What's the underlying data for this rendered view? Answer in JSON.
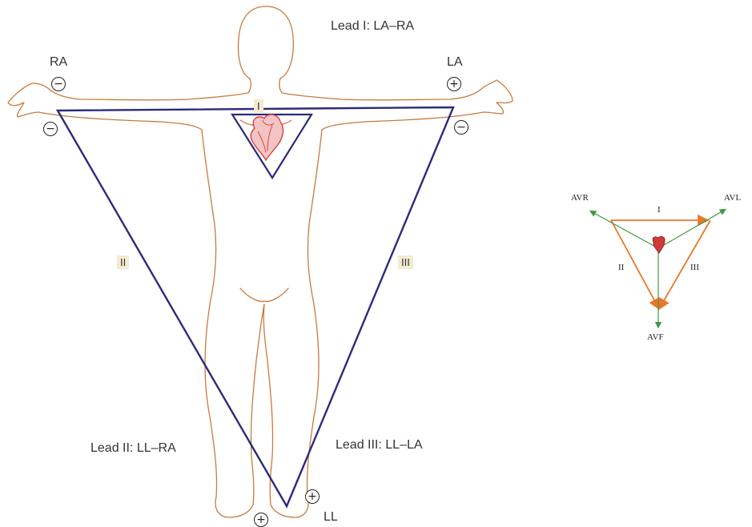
{
  "leads": {
    "lead1_caption": "Lead I: LA–RA",
    "lead2_caption": "Lead II: LL–RA",
    "lead3_caption": "Lead III: LL–LA",
    "lead1_tag": "I",
    "lead2_tag": "II",
    "lead3_tag": "III"
  },
  "electrodes": {
    "ra_label": "RA",
    "la_label": "LA",
    "ll_label": "LL",
    "negative_sign": "−",
    "positive_sign": "+"
  },
  "inset": {
    "avr": "AVR",
    "avl": "AVL",
    "avf": "AVF",
    "lead1": "I",
    "lead2": "II",
    "lead3": "III"
  },
  "colors": {
    "body_outline": "#c87a3c",
    "triangle": "#2e2a7a",
    "heart": "#d23a3a",
    "inset_triangle": "#e8772a",
    "inset_axes": "#3f9a3f",
    "tag_bg": "#f3ebd2"
  }
}
